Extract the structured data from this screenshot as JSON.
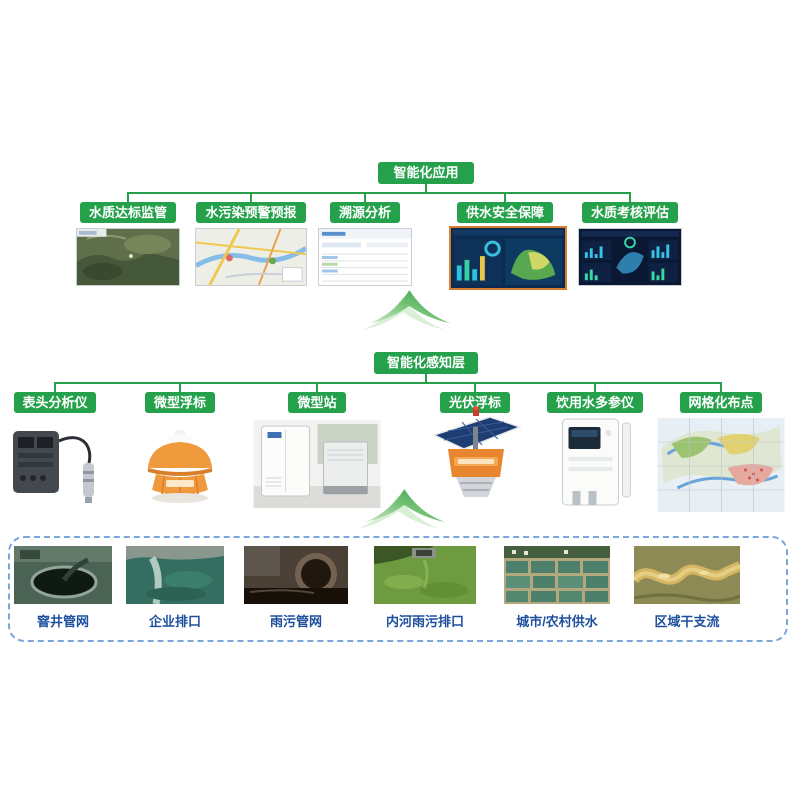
{
  "diagram": {
    "top": {
      "header": "智能化应用",
      "items": [
        {
          "label": "水质达标监管",
          "thumb": "satellite-map"
        },
        {
          "label": "水污染预警预报",
          "thumb": "city-map"
        },
        {
          "label": "溯源分析",
          "thumb": "analysis-table"
        },
        {
          "label": "供水安全保障",
          "thumb": "supply-dashboard"
        },
        {
          "label": "水质考核评估",
          "thumb": "assessment-dashboard"
        }
      ]
    },
    "middle": {
      "header": "智能化感知层",
      "items": [
        {
          "label": "表头分析仪",
          "thumb": "probe-analyzer"
        },
        {
          "label": "微型浮标",
          "thumb": "micro-buoy"
        },
        {
          "label": "微型站",
          "thumb": "micro-station"
        },
        {
          "label": "光伏浮标",
          "thumb": "solar-buoy"
        },
        {
          "label": "饮用水多参仪",
          "thumb": "multi-parameter-device"
        },
        {
          "label": "网格化布点",
          "thumb": "grid-map"
        }
      ]
    },
    "bottom": {
      "items": [
        {
          "label": "窨井管网",
          "thumb": "manhole-photo"
        },
        {
          "label": "企业排口",
          "thumb": "enterprise-outfall-photo"
        },
        {
          "label": "雨污管网",
          "thumb": "pipe-network-photo"
        },
        {
          "label": "内河雨污排口",
          "thumb": "river-outfall-photo"
        },
        {
          "label": "城市/农村供水",
          "thumb": "water-supply-photo"
        },
        {
          "label": "区域干支流",
          "thumb": "river-aerial-photo"
        }
      ]
    },
    "colors": {
      "green": "#25a14b",
      "label_blue": "#1d4f9e",
      "dashed_border": "#7aa7d9",
      "dashboard_border": "#d87f2f"
    }
  }
}
